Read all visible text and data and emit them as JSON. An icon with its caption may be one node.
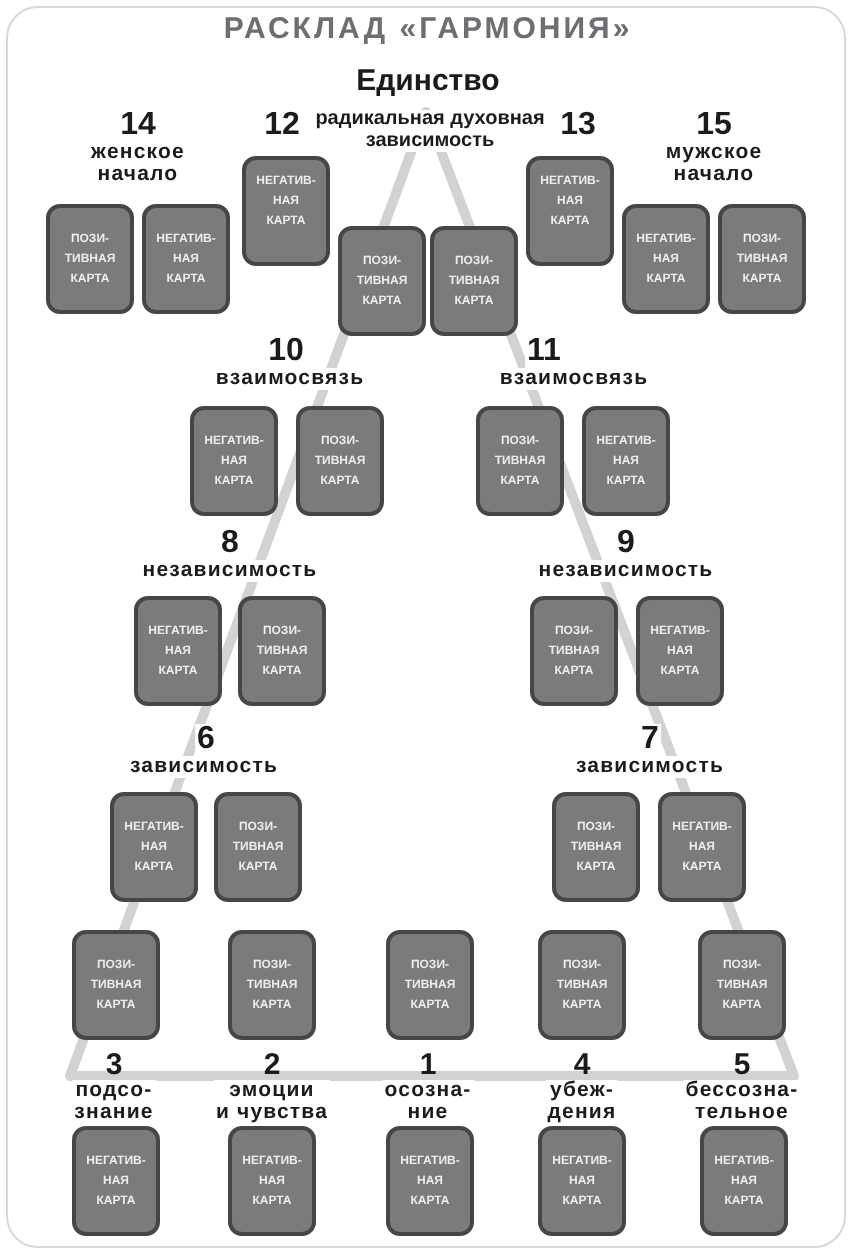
{
  "diagram": {
    "title": "РАСКЛАД «ГАРМОНИЯ»",
    "nodes": [
      {
        "text": [
          "ПОЗИ- ТИВНАЯ КАРТА"
        ]
      },
      {
        "text": [
          "НЕГАТИВ- НАЯ КАРТА"
        ]
      },
      {
        "text": [
          "НЕГАТИВ- НАЯ КАРТА"
        ]
      },
      {
        "text": [
          "ПОЗИ- ТИВНАЯ КАРТА"
        ]
      },
      {
        "text": [
          "ПОЗИ- ТИВНАЯ КАРТА"
        ]
      },
      {
        "text": [
          "НЕГАТИВ- НАЯ КАРТА"
        ]
      },
      {
        "text": [
          "НЕГАТИВ- НАЯ КАРТА"
        ]
      },
      {
        "text": [
          "ПОЗИ- ТИВНАЯ КАРТА"
        ]
      },
      {
        "text": [
          "НЕГАТИВ- НАЯ КАРТА"
        ]
      },
      {
        "text": [
          "ПОЗИ- ТИВНАЯ КАРТА"
        ]
      },
      {
        "text": [
          "ПОЗИ- ТИВНАЯ КАРТА"
        ]
      },
      {
        "text": [
          "НЕГАТИВ- НАЯ КАРТА"
        ]
      },
      {
        "text": [
          "НЕГАТИВ- НАЯ КАРТА"
        ]
      },
      {
        "text": [
          "ПОЗИ- ТИВНАЯ КАРТА"
        ]
      },
      {
        "text": [
          "ПОЗИ- ТИВНАЯ КАРТА"
        ]
      },
      {
        "text": [
          "НЕГАТИВ- НАЯ КАРТА"
        ]
      },
      {
        "text": [
          "НЕГАТИВ- НАЯ КАРТА"
        ]
      },
      {
        "text": [
          "ПОЗИ- ТИВНАЯ КАРТА"
        ]
      },
      {
        "text": [
          "ПОЗИ- ТИВНАЯ КАРТА"
        ]
      },
      {
        "text": [
          "НЕГАТИВ- НАЯ КАРТА"
        ]
      },
      {
        "text": [
          "ПОЗИ- ТИВНАЯ КАРТА"
        ]
      },
      {
        "text": [
          "ПОЗИ- ТИВНАЯ КАРТА"
        ]
      },
      {
        "text": [
          "ПОЗИ- ТИВНАЯ КАРТА"
        ]
      },
      {
        "text": [
          "ПОЗИ- ТИВНАЯ КАРТА"
        ]
      },
      {
        "text": [
          "ПОЗИ- ТИВНАЯ КАРТА"
        ]
      },
      {
        "text": [
          "НЕГАТИВ- НАЯ КАРТА"
        ]
      },
      {
        "text": [
          "НЕГАТИВ- НАЯ КАРТА"
        ]
      },
      {
        "text": [
          "НЕГАТИВ- НАЯ КАРТА"
        ]
      },
      {
        "text": [
          "НЕГАТИВ- НАЯ КАРТА"
        ]
      },
      {
        "text": [
          "НЕГАТИВ- НАЯ КАРТА"
        ]
      }
    ],
    "labels": [
      "Единство",
      "14",
      "женское начало",
      "12",
      "радикальная духовная зависимость",
      "13",
      "15",
      "мужское начало",
      "10",
      "взаимосвязь",
      "11",
      "взаимосвязь",
      "8",
      "независимость",
      "9",
      "независимость",
      "6",
      "зависимость",
      "7",
      "зависимость",
      "3",
      "подсо- знание",
      "2",
      "эмоции и чувства",
      "1",
      "осозна- ние",
      "4",
      "убеж- дения",
      "5",
      "бессозна- тельное"
    ]
  }
}
